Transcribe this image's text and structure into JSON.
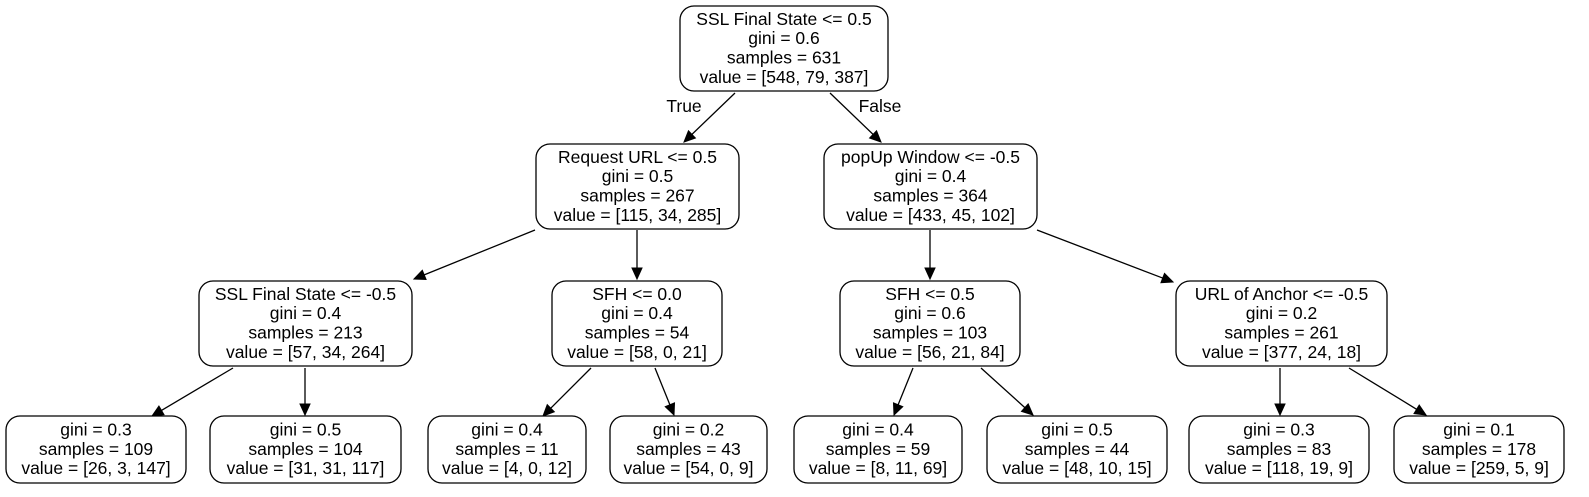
{
  "tree": {
    "nodes": [
      {
        "id": "n0",
        "lines": [
          "SSL Final State <= 0.5",
          "gini = 0.6",
          "samples = 631",
          "value = [548, 79, 387]"
        ]
      },
      {
        "id": "n1",
        "lines": [
          "Request URL <= 0.5",
          "gini = 0.5",
          "samples = 267",
          "value = [115, 34, 285]"
        ]
      },
      {
        "id": "n2",
        "lines": [
          "popUp Window <= -0.5",
          "gini = 0.4",
          "samples = 364",
          "value = [433, 45, 102]"
        ]
      },
      {
        "id": "n3",
        "lines": [
          "SSL Final State <= -0.5",
          "gini = 0.4",
          "samples = 213",
          "value = [57, 34, 264]"
        ]
      },
      {
        "id": "n4",
        "lines": [
          "SFH <= 0.0",
          "gini = 0.4",
          "samples = 54",
          "value = [58, 0, 21]"
        ]
      },
      {
        "id": "n5",
        "lines": [
          "SFH <= 0.5",
          "gini = 0.6",
          "samples = 103",
          "value = [56, 21, 84]"
        ]
      },
      {
        "id": "n6",
        "lines": [
          "URL of Anchor <= -0.5",
          "gini = 0.2",
          "samples = 261",
          "value = [377, 24, 18]"
        ]
      },
      {
        "id": "n7",
        "lines": [
          "gini = 0.3",
          "samples = 109",
          "value = [26, 3, 147]"
        ]
      },
      {
        "id": "n8",
        "lines": [
          "gini = 0.5",
          "samples = 104",
          "value = [31, 31, 117]"
        ]
      },
      {
        "id": "n9",
        "lines": [
          "gini = 0.4",
          "samples = 11",
          "value = [4, 0, 12]"
        ]
      },
      {
        "id": "n10",
        "lines": [
          "gini = 0.2",
          "samples = 43",
          "value = [54, 0, 9]"
        ]
      },
      {
        "id": "n11",
        "lines": [
          "gini = 0.4",
          "samples = 59",
          "value = [8, 11, 69]"
        ]
      },
      {
        "id": "n12",
        "lines": [
          "gini = 0.5",
          "samples = 44",
          "value = [48, 10, 15]"
        ]
      },
      {
        "id": "n13",
        "lines": [
          "gini = 0.3",
          "samples = 83",
          "value = [118, 19, 9]"
        ]
      },
      {
        "id": "n14",
        "lines": [
          "gini = 0.1",
          "samples = 178",
          "value = [259, 5, 9]"
        ]
      }
    ],
    "edges": [
      {
        "from": "n0",
        "to": "n1",
        "label": "True"
      },
      {
        "from": "n0",
        "to": "n2",
        "label": "False"
      },
      {
        "from": "n1",
        "to": "n3"
      },
      {
        "from": "n1",
        "to": "n4"
      },
      {
        "from": "n2",
        "to": "n5"
      },
      {
        "from": "n2",
        "to": "n6"
      },
      {
        "from": "n3",
        "to": "n7"
      },
      {
        "from": "n3",
        "to": "n8"
      },
      {
        "from": "n4",
        "to": "n9"
      },
      {
        "from": "n4",
        "to": "n10"
      },
      {
        "from": "n5",
        "to": "n11"
      },
      {
        "from": "n5",
        "to": "n12"
      },
      {
        "from": "n6",
        "to": "n13"
      },
      {
        "from": "n6",
        "to": "n14"
      }
    ]
  }
}
